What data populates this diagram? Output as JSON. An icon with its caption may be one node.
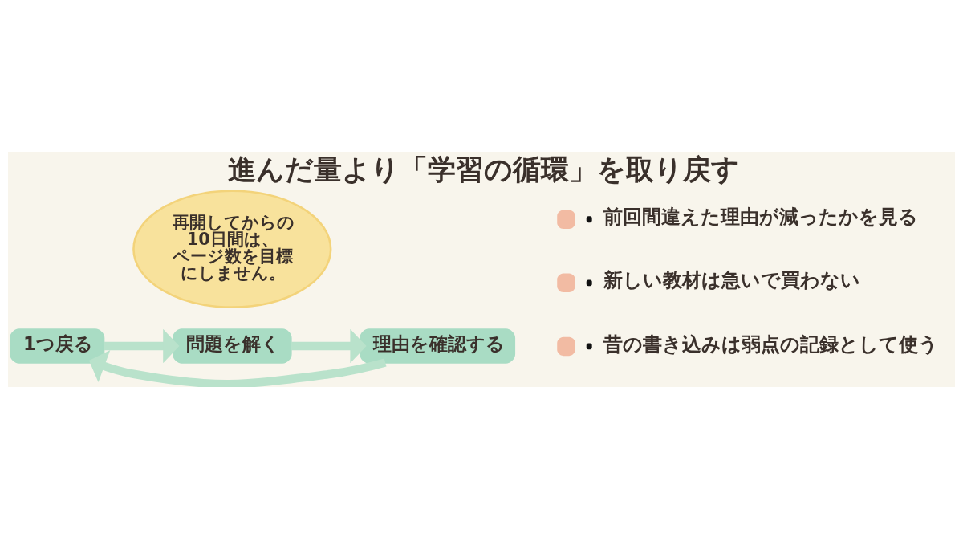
{
  "diagram": {
    "title": "進んだ量より「学習の循環」を取り戻す",
    "nodes": [
      {
        "text": [
          "問題を解く"
        ]
      },
      {
        "text": [
          "理由を確認する"
        ]
      },
      {
        "text": [
          "1つ戻る"
        ]
      },
      {
        "text": [
          "再開してからの10日間は、ページ数を目標にしません。"
        ]
      }
    ],
    "edges": [
      {
        "from": 0,
        "to": 1,
        "arrow": "to"
      },
      {
        "from": 1,
        "to": 2,
        "arrow": "to"
      },
      {
        "from": 2,
        "to": 0,
        "arrow": "to"
      }
    ],
    "labels": [
      "前回間違えた理由が減ったかを見る",
      "新しい教材は急いで買わない",
      "昔の書き込みは弱点の記録として使う"
    ]
  }
}
